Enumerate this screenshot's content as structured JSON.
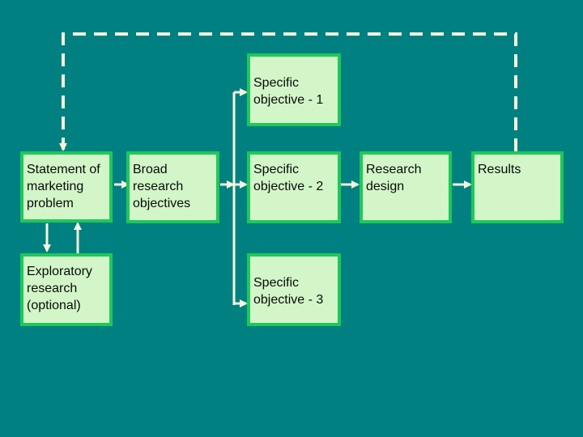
{
  "diagram": {
    "boxes": {
      "statement": "Statement of\nmarketing\nproblem",
      "exploratory": "Exploratory\nresearch\n(optional)",
      "broad": "Broad\nresearch\nobjectives",
      "specific_1": "Specific\nobjective - 1",
      "specific_2": "Specific\nobjective - 2",
      "specific_3": "Specific\nobjective - 3",
      "research_design": "Research\ndesign",
      "results": "Results"
    }
  },
  "colors": {
    "background": "#008080",
    "box_fill": "#d2f6c8",
    "box_border": "#1ec85a",
    "connector": "#f4f4dc"
  }
}
